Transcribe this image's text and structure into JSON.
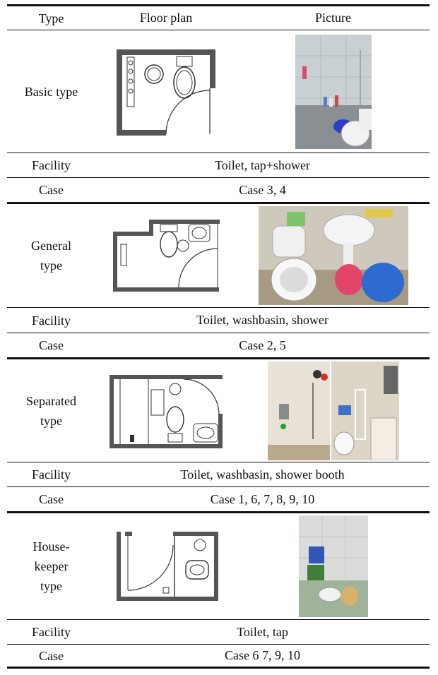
{
  "header": {
    "type": "Type",
    "floor_plan": "Floor  plan",
    "picture": "Picture"
  },
  "rows": [
    {
      "type_lines": [
        "Basic  type"
      ],
      "facility_label": "Facility",
      "facility": "Toilet,  tap+shower",
      "case_label": "Case",
      "case": "Case  3,  4"
    },
    {
      "type_lines": [
        "General",
        "type"
      ],
      "facility_label": "Facility",
      "facility": "Toilet,  washbasin,  shower",
      "case_label": "Case",
      "case": "Case  2,  5"
    },
    {
      "type_lines": [
        "Separated",
        "type"
      ],
      "facility_label": "Facility",
      "facility": "Toilet,  washbasin,  shower  booth",
      "case_label": "Case",
      "case": "Case  1,  6,  7,  8,  9,  10"
    },
    {
      "type_lines": [
        "House-",
        "keeper",
        "type"
      ],
      "facility_label": "Facility",
      "facility": "Toilet,  tap",
      "case_label": "Case",
      "case": "Case  6  7,  9,  10"
    }
  ],
  "colors": {
    "rule": "#111111",
    "wall": "#555555",
    "tile": "#d9d9d9"
  }
}
